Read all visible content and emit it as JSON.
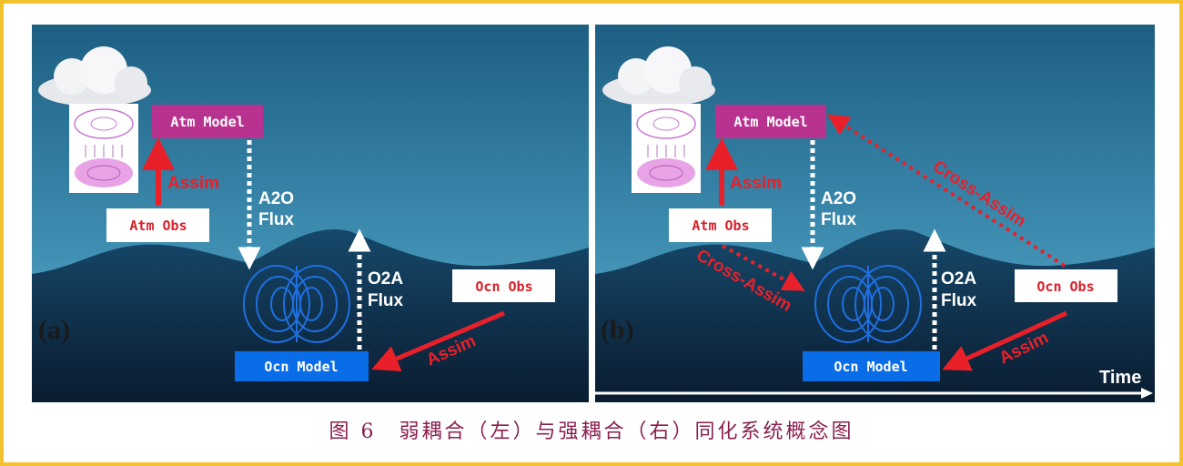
{
  "panels": [
    {
      "label": "(a)",
      "atm_model": "Atm Model",
      "atm_obs": "Atm Obs",
      "assim_atm": "Assim",
      "a2o_1": "A2O",
      "a2o_2": "Flux",
      "o2a_1": "O2A",
      "o2a_2": "Flux",
      "ocn_obs": "Ocn Obs",
      "ocn_model": "Ocn Model",
      "assim_ocn": "Assim"
    },
    {
      "label": "(b)",
      "atm_model": "Atm Model",
      "atm_obs": "Atm Obs",
      "assim_atm": "Assim",
      "a2o_1": "A2O",
      "a2o_2": "Flux",
      "o2a_1": "O2A",
      "o2a_2": "Flux",
      "ocn_obs": "Ocn Obs",
      "ocn_model": "Ocn Model",
      "assim_ocn": "Assim",
      "cross_upper": "Cross-Assim",
      "cross_lower": "Cross-Assim",
      "time": "Time"
    }
  ],
  "caption": "图 6　弱耦合（左）与强耦合（右）同化系统概念图",
  "colors": {
    "atm_model": "#b8338f",
    "ocn_model": "#0a6de8",
    "arrow": "#e8202a",
    "frame": "#f2c12e",
    "caption": "#8a1f4f"
  }
}
